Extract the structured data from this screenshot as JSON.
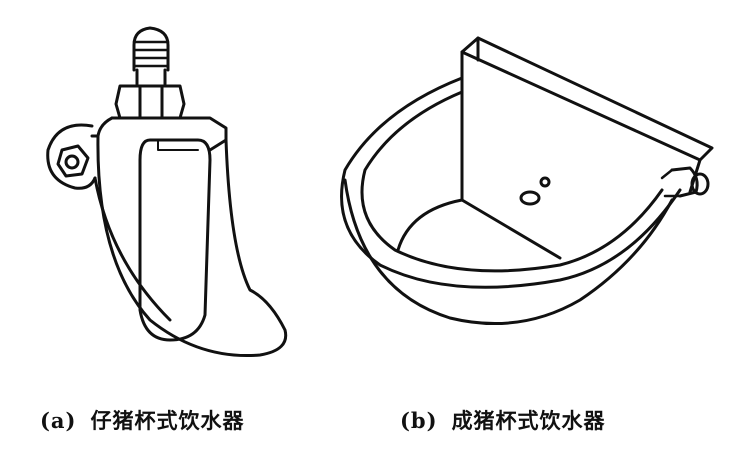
{
  "figures": [
    {
      "label": "(a)",
      "caption": "仔猪杯式饮水器"
    },
    {
      "label": "(b)",
      "caption": "成猪杯式饮水器"
    }
  ]
}
